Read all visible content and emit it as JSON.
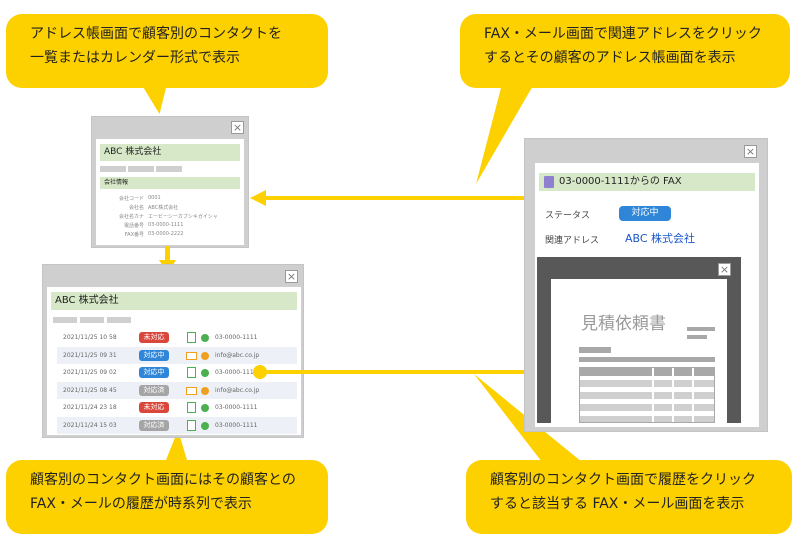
{
  "callouts": {
    "top_left": [
      "アドレス帳画面で顧客別のコンタクトを",
      "一覧またはカレンダー形式で表示"
    ],
    "top_right": [
      "FAX・メール画面で関連アドレスをクリック",
      "するとその顧客のアドレス帳画面を表示"
    ],
    "bottom_left": [
      "顧客別のコンタクト画面にはその顧客との",
      "FAX・メールの履歴が時系列で表示"
    ],
    "bottom_right": [
      "顧客別のコンタクト画面で履歴をクリック",
      "すると該当する FAX・メール画面を表示"
    ]
  },
  "address_book": {
    "close": "×",
    "company": "ABC 株式会社",
    "section": "会社情報",
    "fields": [
      {
        "label": "会社コード",
        "value": "0001"
      },
      {
        "label": "会社名",
        "value": "ABC株式会社"
      },
      {
        "label": "会社名カナ",
        "value": "エービーシーカブシキガイシャ"
      },
      {
        "label": "電話番号",
        "value": "03-0000-1111"
      },
      {
        "label": "FAX番号",
        "value": "03-0000-2222"
      }
    ]
  },
  "contact_list": {
    "close": "×",
    "company": "ABC 株式会社",
    "rows": [
      {
        "date": "2021/11/25 10 58",
        "status": "未対応",
        "status_color": "#d9473b",
        "kind": "fax",
        "contact": "03-0000-1111"
      },
      {
        "date": "2021/11/25 09 31",
        "status": "対応中",
        "status_color": "#2f86d8",
        "kind": "mail",
        "contact": "info@abc.co.jp"
      },
      {
        "date": "2021/11/25 09 02",
        "status": "対応中",
        "status_color": "#2f86d8",
        "kind": "fax",
        "contact": "03-0000-1111"
      },
      {
        "date": "2021/11/25 08 45",
        "status": "対応済",
        "status_color": "#a5a5a5",
        "kind": "mail",
        "contact": "info@abc.co.jp"
      },
      {
        "date": "2021/11/24 23 18",
        "status": "未対応",
        "status_color": "#d9473b",
        "kind": "fax",
        "contact": "03-0000-1111"
      },
      {
        "date": "2021/11/24 15 03",
        "status": "対応済",
        "status_color": "#a5a5a5",
        "kind": "fax",
        "contact": "03-0000-1111"
      }
    ]
  },
  "fax_window": {
    "close_outer": "×",
    "close_inner": "×",
    "title": "03-0000-1111からの FAX",
    "status_label": "ステータス",
    "status_value": "対応中",
    "related_label": "関連アドレス",
    "related_value": "ABC 株式会社",
    "document_title": "見積依頼書"
  },
  "colors": {
    "callout": "#fdd000",
    "arrow": "#fdd000",
    "header_green": "#d6e8c7",
    "status_blue": "#2f86d8",
    "status_red": "#d9473b",
    "status_gray": "#a5a5a5",
    "link_blue": "#1a56c8"
  }
}
